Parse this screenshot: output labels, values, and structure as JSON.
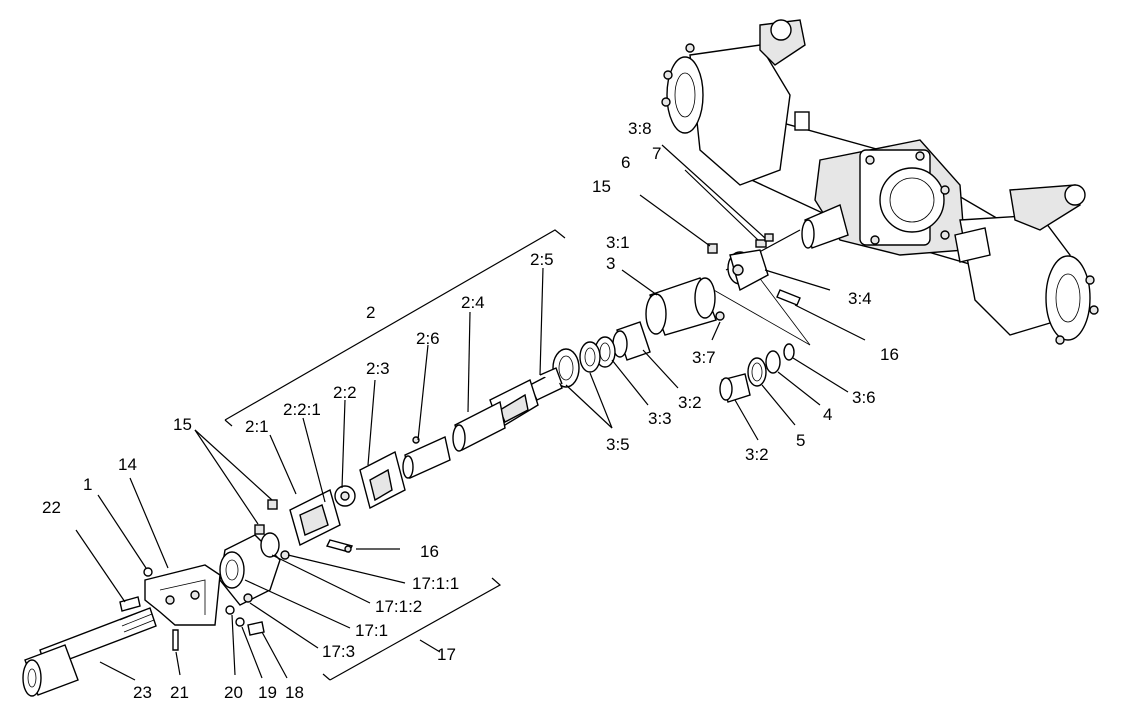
{
  "callouts": {
    "c1": "1",
    "c2": "2",
    "c2_1": "2:1",
    "c2_2": "2:2",
    "c2_2_1": "2:2:1",
    "c2_3": "2:3",
    "c2_4": "2:4",
    "c2_5": "2:5",
    "c2_6": "2:6",
    "c3": "3",
    "c3_1": "3:1",
    "c3_2a": "3:2",
    "c3_2b": "3:2",
    "c3_3": "3:3",
    "c3_4": "3:4",
    "c3_5a": "3:5",
    "c3_5b": "3:5",
    "c3_6": "3:6",
    "c3_7": "3:7",
    "c3_8": "3:8",
    "c4": "4",
    "c5": "5",
    "c6": "6",
    "c7": "7",
    "c14": "14",
    "c15a": "15",
    "c15b": "15",
    "c16a": "16",
    "c16b": "16",
    "c17": "17",
    "c17_1": "17:1",
    "c17_1_1": "17:1:1",
    "c17_1_2": "17:1:2",
    "c17_3": "17:3",
    "c18": "18",
    "c19": "19",
    "c20": "20",
    "c21": "21",
    "c22": "22",
    "c23": "23"
  },
  "parts": {
    "rear_axle_assembly": "axle-assembly",
    "steering_shaft": "shaft-23",
    "bearing_bracket": "bracket-14",
    "drive_shaft": "drive-shaft-2",
    "input_flange": "flange-3"
  }
}
